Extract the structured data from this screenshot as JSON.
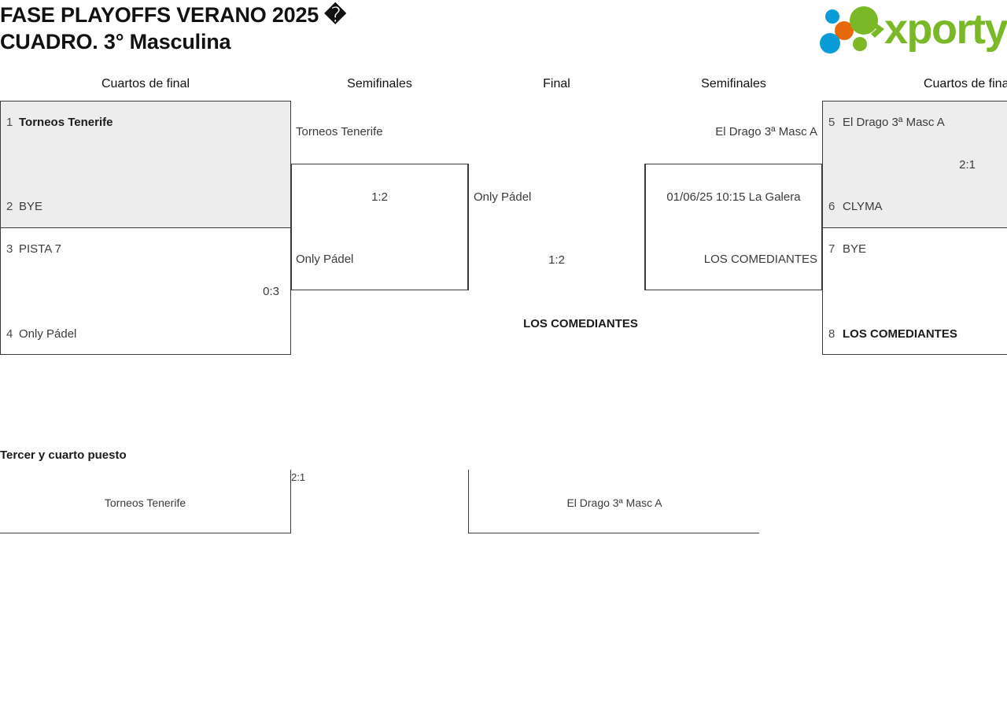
{
  "header": {
    "title": "FASE PLAYOFFS VERANO 2025 �\nCUADRO. 3° Masculina",
    "logo": {
      "wordmark": "xporty",
      "green": "#7ab828",
      "blue": "#0b9bd7",
      "orange": "#e8690b"
    }
  },
  "rounds": {
    "qf_left": "Cuartos de final",
    "sf_left": "Semifinales",
    "final": "Final",
    "sf_right": "Semifinales",
    "qf_right": "Cuartos de final"
  },
  "bracket": {
    "qf1": {
      "seed_a": "1",
      "team_a": "Torneos Tenerife",
      "seed_b": "2",
      "team_b": "BYE",
      "score": ""
    },
    "qf2": {
      "seed_a": "3",
      "team_a": "PISTA 7",
      "seed_b": "4",
      "team_b": "Only Pádel",
      "score": "0:3"
    },
    "sf_left": {
      "team_a": "Torneos Tenerife",
      "team_b": "Only Pádel",
      "score": "1:2"
    },
    "final": {
      "team_top": "Only Pádel",
      "score": "1:2",
      "champion": "LOS COMEDIANTES"
    },
    "sf_right": {
      "team_a": "El Drago 3ª Masc A",
      "team_b": "LOS COMEDIANTES",
      "info": "01/06/25 10:15 La Galera"
    },
    "qf5": {
      "seed_a": "5",
      "team_a": "El Drago 3ª Masc A",
      "seed_b": "6",
      "team_b": "CLYMA",
      "score": "2:1"
    },
    "qf6": {
      "seed_a": "7",
      "team_a": "BYE",
      "seed_b": "8",
      "team_b": "LOS COMEDIANTES",
      "score": ""
    }
  },
  "third_place": {
    "title": "Tercer y cuarto puesto",
    "team_left": "Torneos Tenerife",
    "team_right": "El Drago 3ª Masc A",
    "score": "2:1"
  }
}
